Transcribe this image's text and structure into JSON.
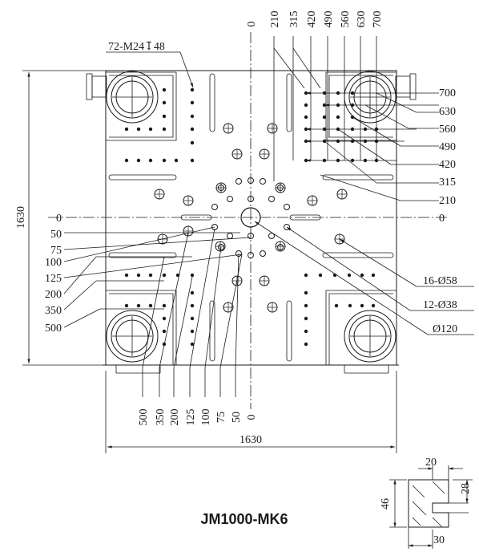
{
  "title": "JM1000-MK6",
  "thread_note": "72-M24↧48",
  "overall_width": "1630",
  "overall_height": "1630",
  "right_dims": [
    "700",
    "630",
    "560",
    "490",
    "420",
    "315",
    "210",
    "0"
  ],
  "top_dims": [
    "0",
    "210",
    "315",
    "420",
    "490",
    "560",
    "630",
    "700"
  ],
  "left_dims": [
    "0",
    "50",
    "75",
    "100",
    "125",
    "200",
    "350",
    "500"
  ],
  "bottom_dims": [
    "500",
    "350",
    "200",
    "125",
    "100",
    "75",
    "50",
    "0"
  ],
  "hole_callouts": {
    "ko_holes": "16-Ø58",
    "small_holes": "12-Ø38",
    "locating_ring": "Ø120"
  },
  "slot_detail": {
    "top_width": "20",
    "bottom_width": "30",
    "depth": "28",
    "height": "46"
  }
}
